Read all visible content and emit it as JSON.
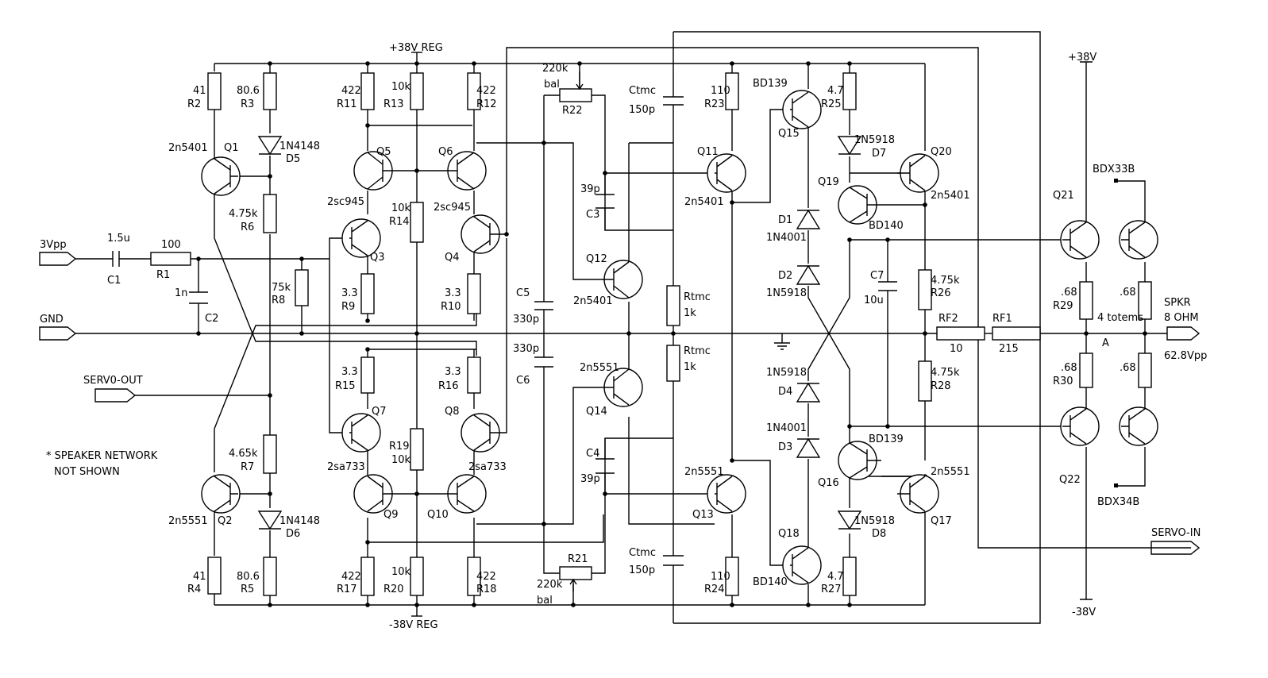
{
  "rails": {
    "pos_reg": "+38V REG",
    "neg_reg": "-38V REG",
    "pos_out": "+38V",
    "neg_out": "-38V"
  },
  "ports": {
    "input": "3Vpp",
    "gnd": "GND",
    "servo_out": "SERV0-OUT",
    "servo_in": "SERVO-IN",
    "spkr": "SPKR",
    "spkr_load": "8 OHM",
    "spkr_swing": "62.8Vpp"
  },
  "note": {
    "line1": "* SPEAKER NETWORK",
    "line2": "NOT SHOWN"
  },
  "node_a": "A",
  "totems": "4 totems",
  "components": {
    "C1": {
      "ref": "C1",
      "value": "1.5u"
    },
    "R1": {
      "ref": "R1",
      "value": "100"
    },
    "C2": {
      "ref": "C2",
      "value": "1n"
    },
    "R2": {
      "ref": "R2",
      "value": "41"
    },
    "R3": {
      "ref": "R3",
      "value": "80.6"
    },
    "R4": {
      "ref": "R4",
      "value": "41"
    },
    "R5": {
      "ref": "R5",
      "value": "80.6"
    },
    "R6": {
      "ref": "R6",
      "value": "4.75k"
    },
    "R7": {
      "ref": "R7",
      "value": "4.65k"
    },
    "R8": {
      "ref": "R8",
      "value": "75k"
    },
    "R9": {
      "ref": "R9",
      "value": "3.3"
    },
    "R10": {
      "ref": "R10",
      "value": "3.3"
    },
    "R11": {
      "ref": "R11",
      "value": "422"
    },
    "R12": {
      "ref": "R12",
      "value": "422"
    },
    "R13": {
      "ref": "R13",
      "value": "10k"
    },
    "R14": {
      "ref": "R14",
      "value": "10k"
    },
    "R15": {
      "ref": "R15",
      "value": "3.3"
    },
    "R16": {
      "ref": "R16",
      "value": "3.3"
    },
    "R17": {
      "ref": "R17",
      "value": "422"
    },
    "R18": {
      "ref": "R18",
      "value": "422"
    },
    "R19": {
      "ref": "R19",
      "value": "10k"
    },
    "R20": {
      "ref": "R20",
      "value": "10k"
    },
    "R21": {
      "ref": "R21",
      "value": "220k",
      "extra": "bal"
    },
    "R22": {
      "ref": "R22",
      "value": "220k",
      "extra": "bal"
    },
    "R23": {
      "ref": "R23",
      "value": "110"
    },
    "R24": {
      "ref": "R24",
      "value": "110"
    },
    "R25": {
      "ref": "R25",
      "value": "4.7"
    },
    "R26": {
      "ref": "R26",
      "value": "4.75k"
    },
    "R27": {
      "ref": "R27",
      "value": "4.7"
    },
    "R28": {
      "ref": "R28",
      "value": "4.75k"
    },
    "R29": {
      "ref": "R29",
      "value": ".68"
    },
    "R30": {
      "ref": "R30",
      "value": ".68"
    },
    "R31": {
      "value": ".68"
    },
    "R32": {
      "value": ".68"
    },
    "RF1": {
      "ref": "RF1",
      "value": "215"
    },
    "RF2": {
      "ref": "RF2",
      "value": "10"
    },
    "Rtmc1": {
      "ref": "Rtmc",
      "value": "1k"
    },
    "Rtmc2": {
      "ref": "Rtmc",
      "value": "1k"
    },
    "Ctmc1": {
      "ref": "Ctmc",
      "value": "150p"
    },
    "Ctmc2": {
      "ref": "Ctmc",
      "value": "150p"
    },
    "C3": {
      "ref": "C3",
      "value": "39p"
    },
    "C4": {
      "ref": "C4",
      "value": "39p"
    },
    "C5": {
      "ref": "C5",
      "value": "330p"
    },
    "C6": {
      "ref": "C6",
      "value": "330p"
    },
    "C7": {
      "ref": "C7",
      "value": "10u"
    },
    "D1": {
      "ref": "D1",
      "part": "1N4001"
    },
    "D2": {
      "ref": "D2",
      "part": "1N5918"
    },
    "D3": {
      "ref": "D3",
      "part": "1N4001"
    },
    "D4": {
      "ref": "D4",
      "part": "1N5918"
    },
    "D5": {
      "ref": "D5",
      "part": "1N4148"
    },
    "D6": {
      "ref": "D6",
      "part": "1N4148"
    },
    "D7": {
      "ref": "D7",
      "part": "1N5918"
    },
    "D8": {
      "ref": "D8",
      "part": "1N5918"
    },
    "Q1": {
      "ref": "Q1",
      "part": "2n5401"
    },
    "Q2": {
      "ref": "Q2",
      "part": "2n5551"
    },
    "Q3": {
      "ref": "Q3",
      "part": "2sc945"
    },
    "Q4": {
      "ref": "Q4",
      "part": "2sc945"
    },
    "Q5": {
      "ref": "Q5",
      "part": ""
    },
    "Q6": {
      "ref": "Q6",
      "part": ""
    },
    "Q7": {
      "ref": "Q7",
      "part": "2sa733"
    },
    "Q8": {
      "ref": "Q8",
      "part": "2sa733"
    },
    "Q9": {
      "ref": "Q9",
      "part": ""
    },
    "Q10": {
      "ref": "Q10",
      "part": ""
    },
    "Q11": {
      "ref": "Q11",
      "part": "2n5401"
    },
    "Q12": {
      "ref": "Q12",
      "part": "2n5401"
    },
    "Q13": {
      "ref": "Q13",
      "part": "2n5551"
    },
    "Q14": {
      "ref": "Q14",
      "part": "2n5551"
    },
    "Q15": {
      "ref": "Q15",
      "part": "BD139"
    },
    "Q16": {
      "ref": "Q16",
      "part": "BD139"
    },
    "Q17": {
      "ref": "Q17",
      "part": "2n5551"
    },
    "Q18": {
      "ref": "Q18",
      "part": "BD140"
    },
    "Q19": {
      "ref": "Q19",
      "part": "BD140"
    },
    "Q20": {
      "ref": "Q20",
      "part": "2n5401"
    },
    "Q21": {
      "ref": "Q21",
      "part": "BDX33B"
    },
    "Q22": {
      "ref": "Q22",
      "part": "BDX34B"
    }
  }
}
